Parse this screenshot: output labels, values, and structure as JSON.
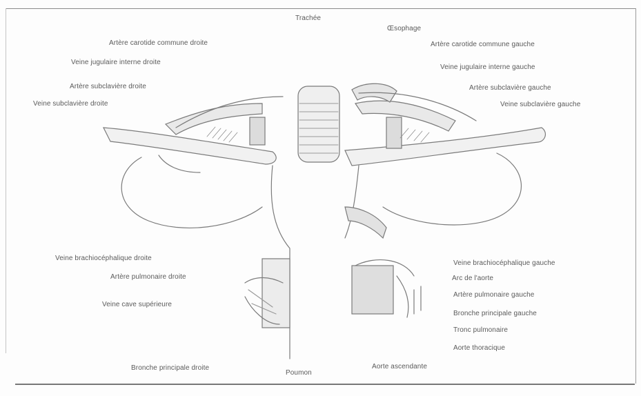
{
  "labels": {
    "trachee": "Trachée",
    "oesophage": "Œsophage",
    "art_carotide_droite": "Artère carotide commune droite",
    "art_carotide_gauche": "Artère carotide commune gauche",
    "veine_jug_droite": "Veine jugulaire interne droite",
    "veine_jug_gauche": "Veine jugulaire interne gauche",
    "art_subclav_droite": "Artère subclavière droite",
    "art_subclav_gauche": "Artère subclavière gauche",
    "veine_subclav_droite": "Veine subclavière droite",
    "veine_subclav_gauche": "Veine subclavière gauche",
    "veine_brachio_droite": "Veine brachiocéphalique droite",
    "art_pulm_droite": "Artère pulmonaire droite",
    "veine_cave_sup": "Veine cave supérieure",
    "bronche_droite": "Bronche principale droite",
    "poumon": "Poumon",
    "aorte_ascendante": "Aorte ascendante",
    "veine_brachio_gauche": "Veine brachiocéphalique gauche",
    "arc_aorte": "Arc de l'aorte",
    "art_pulm_gauche": "Artère pulmonaire gauche",
    "bronche_gauche": "Bronche principale gauche",
    "tronc_pulm": "Tronc pulmonaire",
    "aorte_thoracique": "Aorte thoracique"
  },
  "colors": {
    "ink": "#5a5a5a",
    "line": "#7a7a7a",
    "shade": "#cfcfcf",
    "frame": "#8a8a8a"
  }
}
